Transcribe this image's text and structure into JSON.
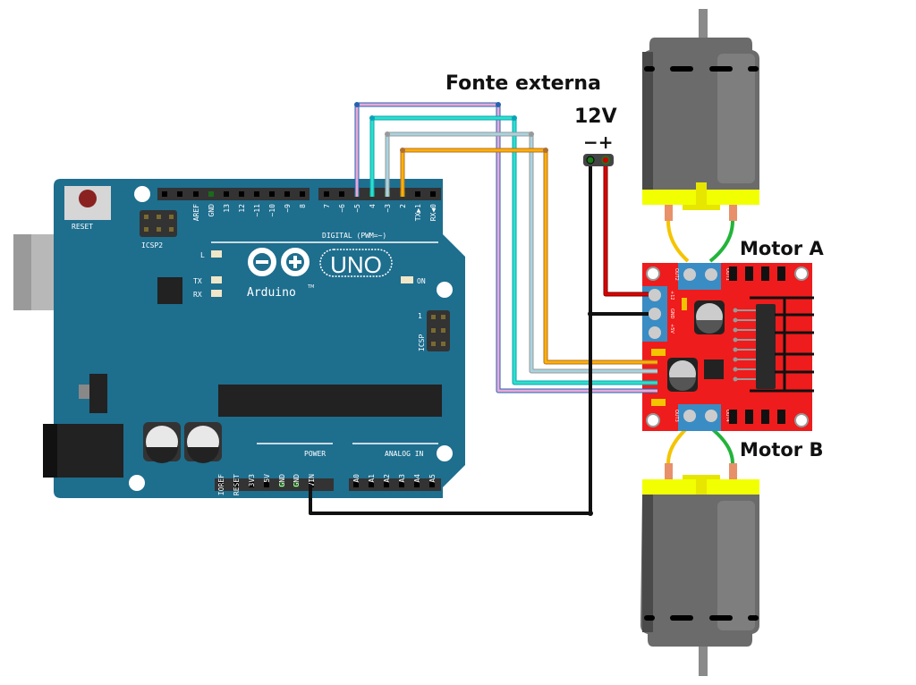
{
  "labels": {
    "power_source": "Fonte externa",
    "voltage": "12V",
    "polarity": "−+",
    "motor_a": "Motor A",
    "motor_b": "Motor B"
  },
  "arduino": {
    "reset": "RESET",
    "icsp2": "ICSP2",
    "icsp": "ICSP",
    "digital_title": "DIGITAL (PWM=~)",
    "digital_pins": [
      "AREF",
      "GND",
      "13",
      "12",
      "~11",
      "~10",
      "~9",
      "8",
      "7",
      "~6",
      "~5",
      "4",
      "~3",
      "2",
      "TX▶1",
      "RX◀0"
    ],
    "led_l": "L",
    "led_tx": "TX",
    "led_rx": "RX",
    "led_on": "ON",
    "brand": "Arduino",
    "tm": "TM",
    "model": "UNO",
    "power_title": "POWER",
    "power_pins": [
      "IOREF",
      "RESET",
      "3V3",
      "5V",
      "GND",
      "GND",
      "VIN"
    ],
    "analog_title": "ANALOG IN",
    "analog_pins": [
      "A0",
      "A1",
      "A2",
      "A3",
      "A4",
      "A5"
    ],
    "icsp_pin1": "1"
  },
  "driver": {
    "out1": "OUT1",
    "out2": "OUT2",
    "out3": "OUT3",
    "out4": "OUT4",
    "v12": "+12",
    "gnd": "GND",
    "v5": "+5V"
  },
  "colors": {
    "board": "#1e6e8e",
    "driver": "#ee1c1c",
    "wire_pin5": "#e8a9d8",
    "wire_pin4": "#2de0c8",
    "wire_pin3": "#a8d4e0",
    "wire_pin2": "#ffb000",
    "wire_gnd": "#111111",
    "wire_vcc": "#dd0000",
    "motor_body": "#6b6b6b",
    "motor_cap": "#f2ff00"
  }
}
